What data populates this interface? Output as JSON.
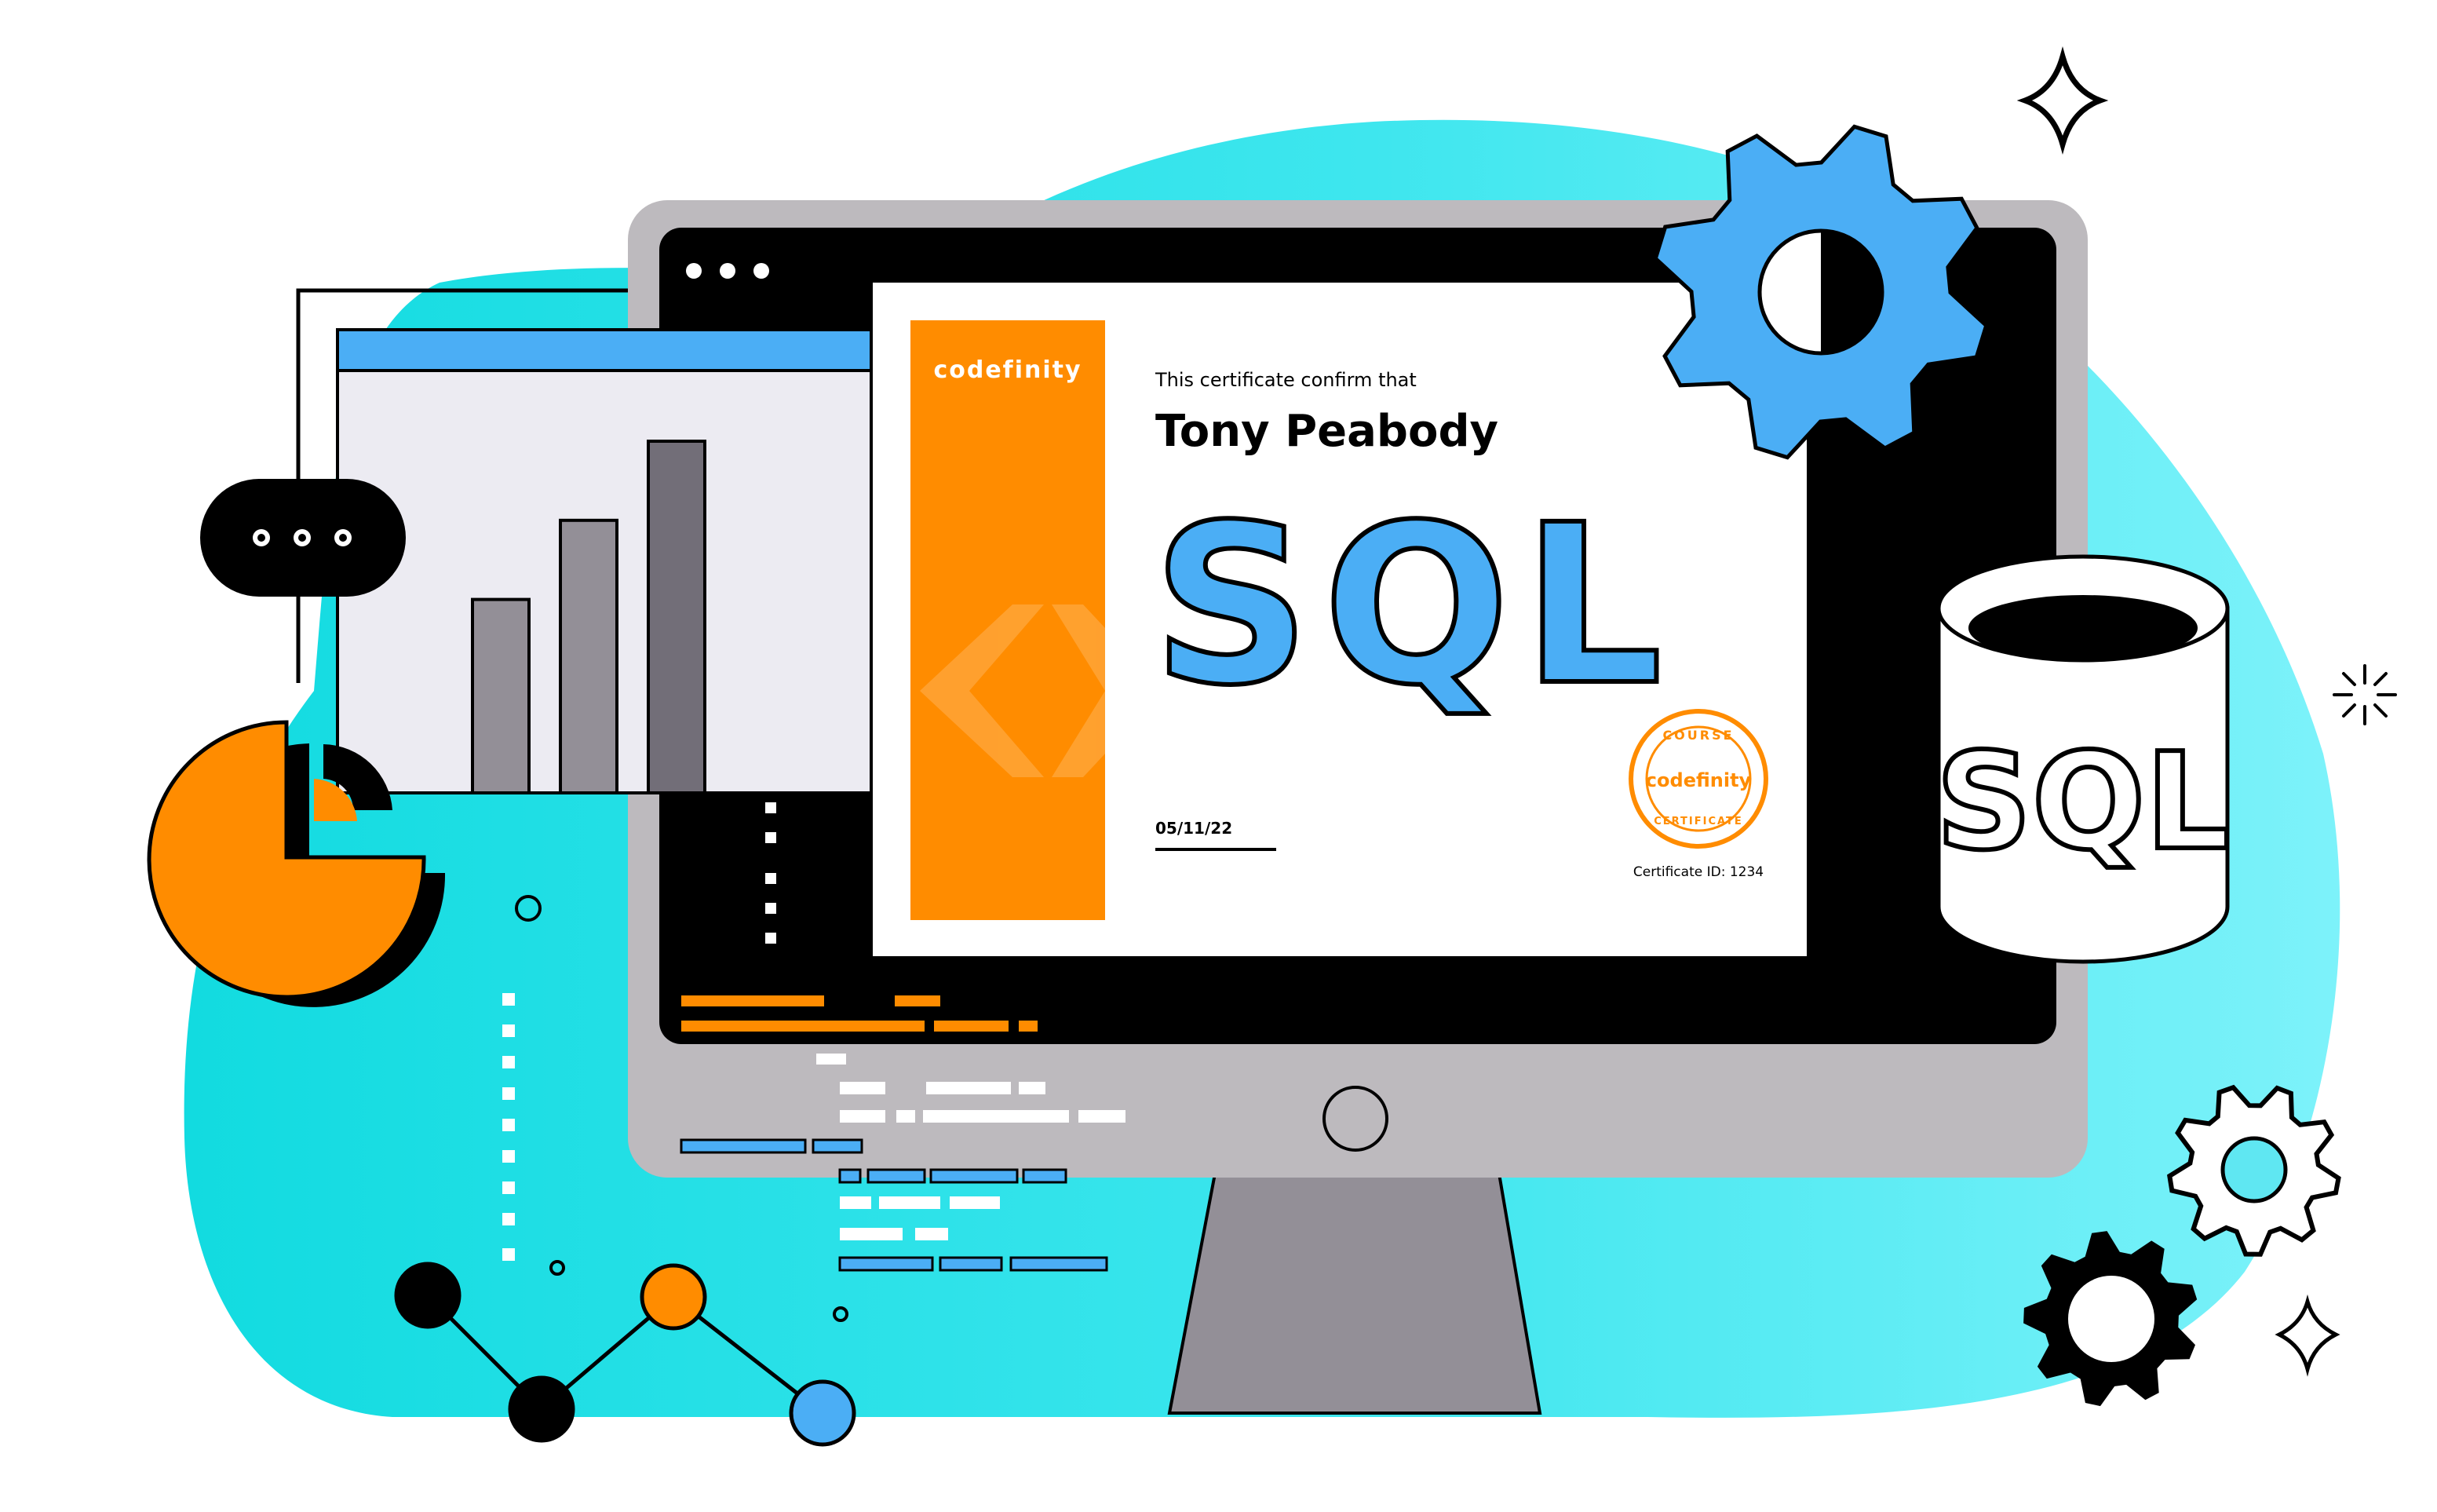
{
  "certificate": {
    "brand": "codefinity",
    "confirm_text": "This certificate confirm that",
    "recipient_name": "Tony Peabody",
    "course_title": "SQL",
    "date": "05/11/22",
    "certificate_id": "Certificate ID: 1234",
    "seal": {
      "top_text": "COURSE",
      "brand": "codefinity",
      "bottom_text": "CERTIFICATE"
    }
  },
  "database": {
    "label": "SQL"
  },
  "bar_chart": {
    "values": [
      0.44,
      0.62,
      0.8
    ]
  },
  "colors": {
    "cyan": "#1ee0e4",
    "orange": "#ff8c00",
    "blue": "#4baef5",
    "monitor_gray": "#bdbabe",
    "screen_black": "#000000",
    "bar_gray": "#938f97"
  },
  "icons": [
    "gear-icon",
    "database-icon",
    "sparkle-icon",
    "chat-bubble-icon",
    "pie-chart-icon",
    "network-graph-icon"
  ]
}
